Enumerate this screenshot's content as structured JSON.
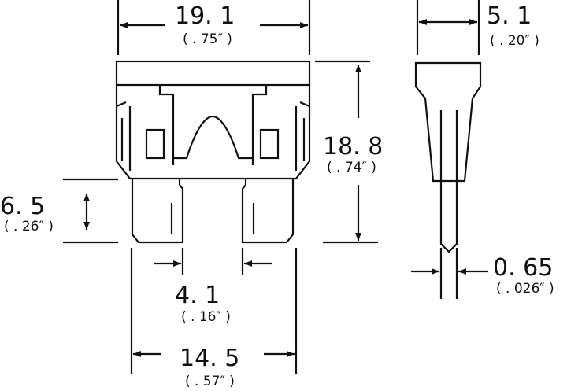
{
  "title": "Blade fuse dimensions",
  "dimensions": {
    "width": {
      "mm": "19. 1",
      "inch": "( . 75″ )"
    },
    "height": {
      "mm": "18. 8",
      "inch": "( . 74″ )"
    },
    "blade_length": {
      "mm": "6. 5",
      "inch": "( . 26″ )"
    },
    "blade_width": {
      "mm": "4. 1",
      "inch": "( . 16″ )"
    },
    "blade_span": {
      "mm": "14. 5",
      "inch": "( . 57″ )"
    },
    "thickness": {
      "mm": "5. 1",
      "inch": "( . 20″ )"
    },
    "blade_thickness": {
      "mm": "0. 65",
      "inch": "( . 026″ )"
    }
  }
}
